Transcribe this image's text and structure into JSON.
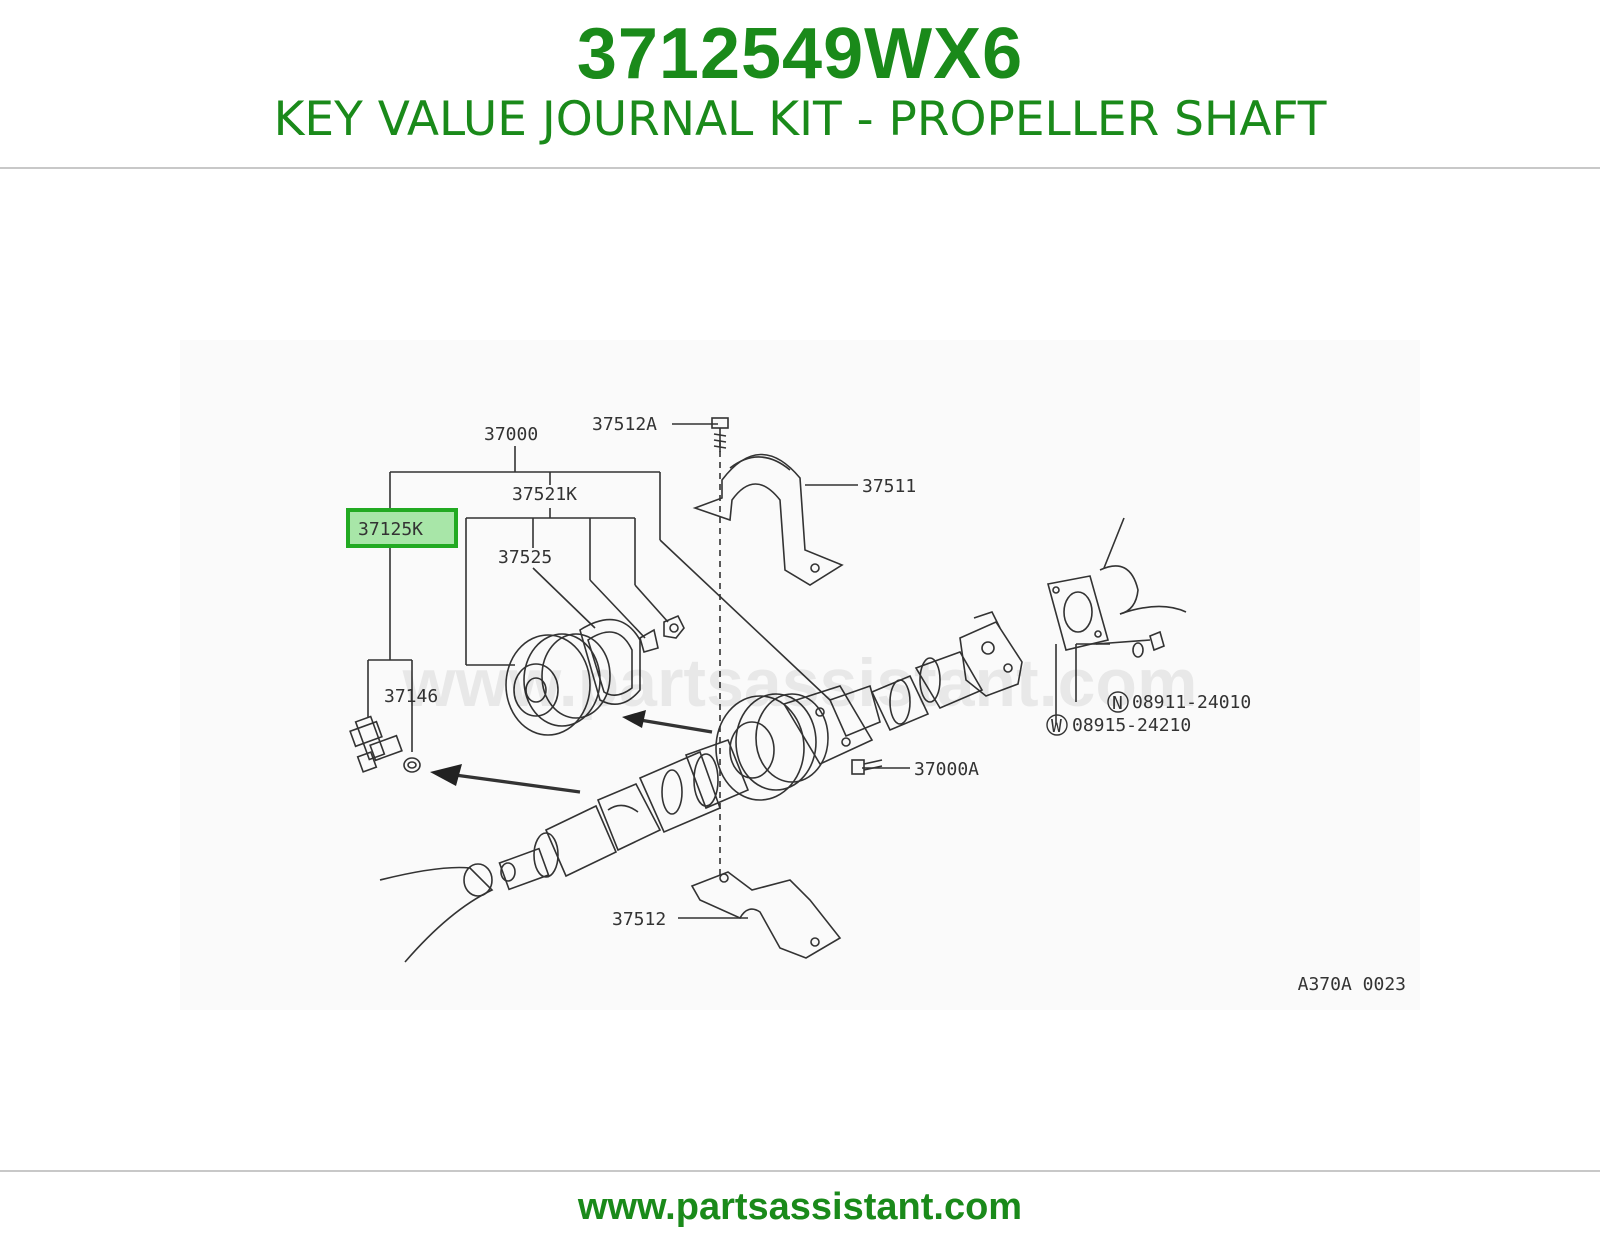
{
  "header": {
    "part_number": "3712549WX6",
    "title": "KEY VALUE JOURNAL KIT - PROPELLER SHAFT"
  },
  "diagram": {
    "watermark": "www.partsassistant.com",
    "reference_code": "A370A 0023",
    "highlight_color": "#22aa22",
    "callouts": {
      "c37000": "37000",
      "c37512A": "37512A",
      "c37511": "37511",
      "c37521K": "37521K",
      "c37125K": "37125K",
      "c37525": "37525",
      "c37146": "37146",
      "c08911": "08911-24010",
      "c08915": "08915-24210",
      "c37000A": "37000A",
      "c37512": "37512"
    },
    "markers": {
      "n": "N",
      "w": "W"
    }
  },
  "footer": {
    "url": "www.partsassistant.com"
  },
  "colors": {
    "brand_green": "#1a8a1a",
    "line": "#333333"
  }
}
